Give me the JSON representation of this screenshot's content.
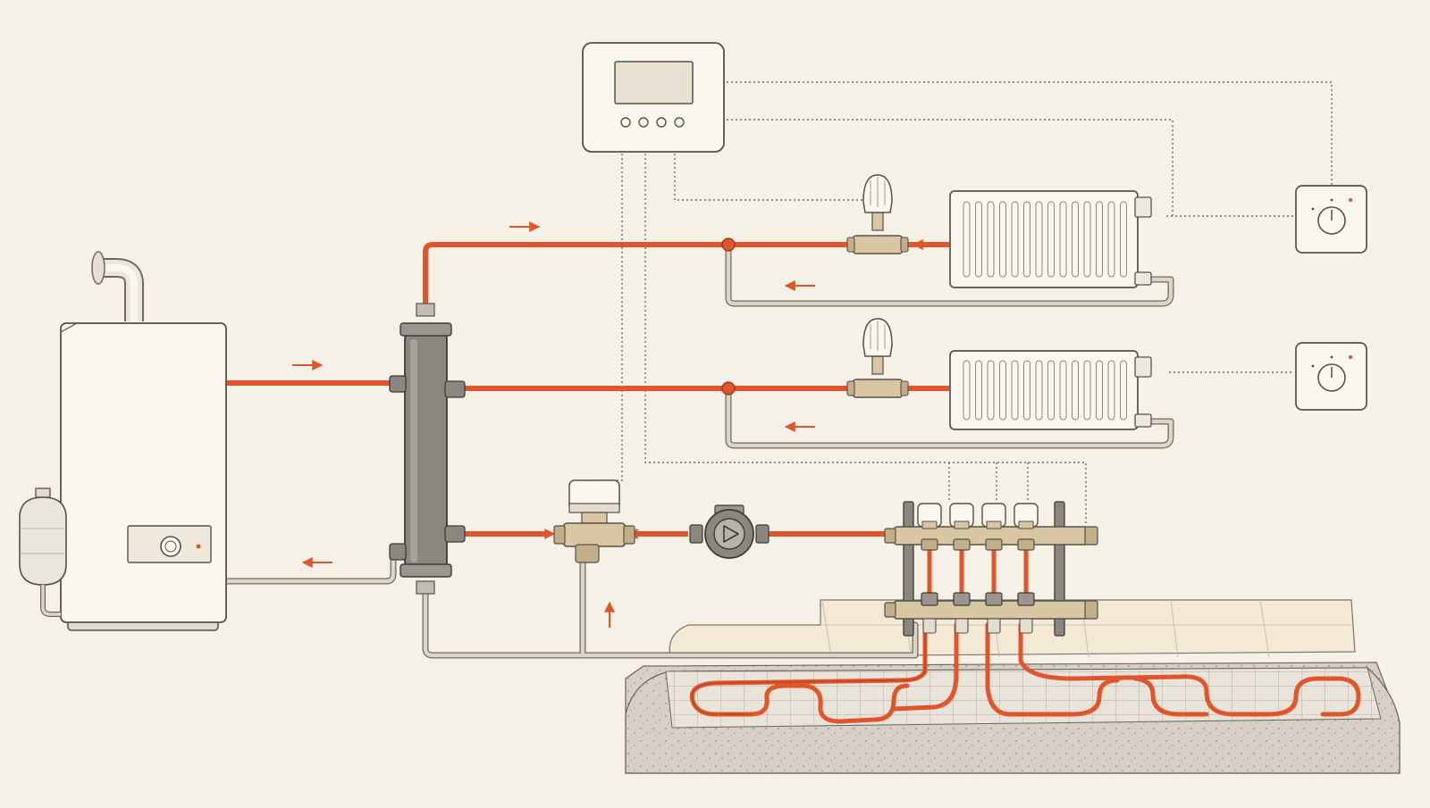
{
  "diagram": {
    "background": "#f6f1e6",
    "colors": {
      "hot_pipe": "#e0552a",
      "return_pipe": "#c9c2b4",
      "outline": "#55504a",
      "appliance": "#faf7f0",
      "brass": "#d9c7a3",
      "steel": "#8a8680",
      "concrete": "#d8d3cb",
      "tile": "#f3e9d5",
      "control_wire": "#555555"
    },
    "components": [
      {
        "id": "boiler",
        "icon": "wall-boiler-icon"
      },
      {
        "id": "flue",
        "icon": "flue-pipe-icon"
      },
      {
        "id": "expansion-vessel",
        "icon": "expansion-tank-icon"
      },
      {
        "id": "hydraulic-separator",
        "icon": "low-loss-header-icon"
      },
      {
        "id": "controller",
        "icon": "controller-display-icon"
      },
      {
        "id": "radiator-upper",
        "icon": "radiator-icon"
      },
      {
        "id": "radiator-lower",
        "icon": "radiator-icon"
      },
      {
        "id": "trv-upper",
        "icon": "thermostatic-valve-icon"
      },
      {
        "id": "trv-lower",
        "icon": "thermostatic-valve-icon"
      },
      {
        "id": "room-thermostat-upper",
        "icon": "room-thermostat-icon"
      },
      {
        "id": "room-thermostat-lower",
        "icon": "room-thermostat-icon"
      },
      {
        "id": "mixing-valve",
        "icon": "mixing-valve-actuator-icon"
      },
      {
        "id": "circulation-pump",
        "icon": "pump-icon"
      },
      {
        "id": "underfloor-manifold",
        "icon": "manifold-icon"
      },
      {
        "id": "underfloor-loops",
        "icon": "floor-heating-loop-icon"
      }
    ],
    "flow_arrows": [
      "supply-boiler",
      "return-boiler",
      "supply-riser",
      "return-radiator-upper",
      "return-radiator-lower",
      "return-mixing"
    ]
  }
}
